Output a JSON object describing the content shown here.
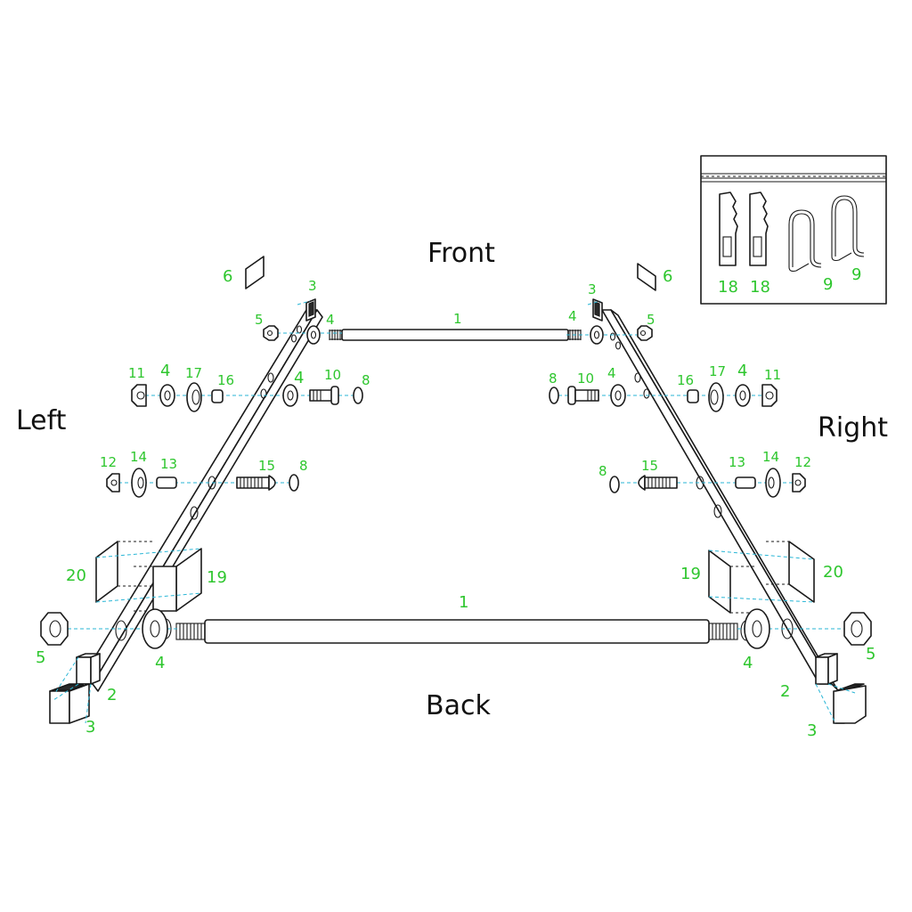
{
  "orientation": {
    "front": "Front",
    "back": "Back",
    "left": "Left",
    "right": "Right"
  },
  "callouts": {
    "rail": "1",
    "side_rail": "2",
    "end_cap": "3",
    "washer": "4",
    "hex_nut": "5",
    "pad": "6",
    "cap_nut": "8",
    "hook": "9",
    "bolt": "10",
    "nut_small": "11",
    "acorn_nut": "12",
    "spacer": "13",
    "lock_washer": "14",
    "carriage_bolt": "15",
    "sleeve": "16",
    "flange_washer": "17",
    "glide": "18",
    "bracket_a": "19",
    "bracket_b": "20"
  },
  "inset": {
    "labels": [
      "18",
      "18",
      "9",
      "9"
    ]
  },
  "colors": {
    "callout": "#2ec62e",
    "guide": "#29b6d6",
    "line": "#1a1a1a"
  }
}
